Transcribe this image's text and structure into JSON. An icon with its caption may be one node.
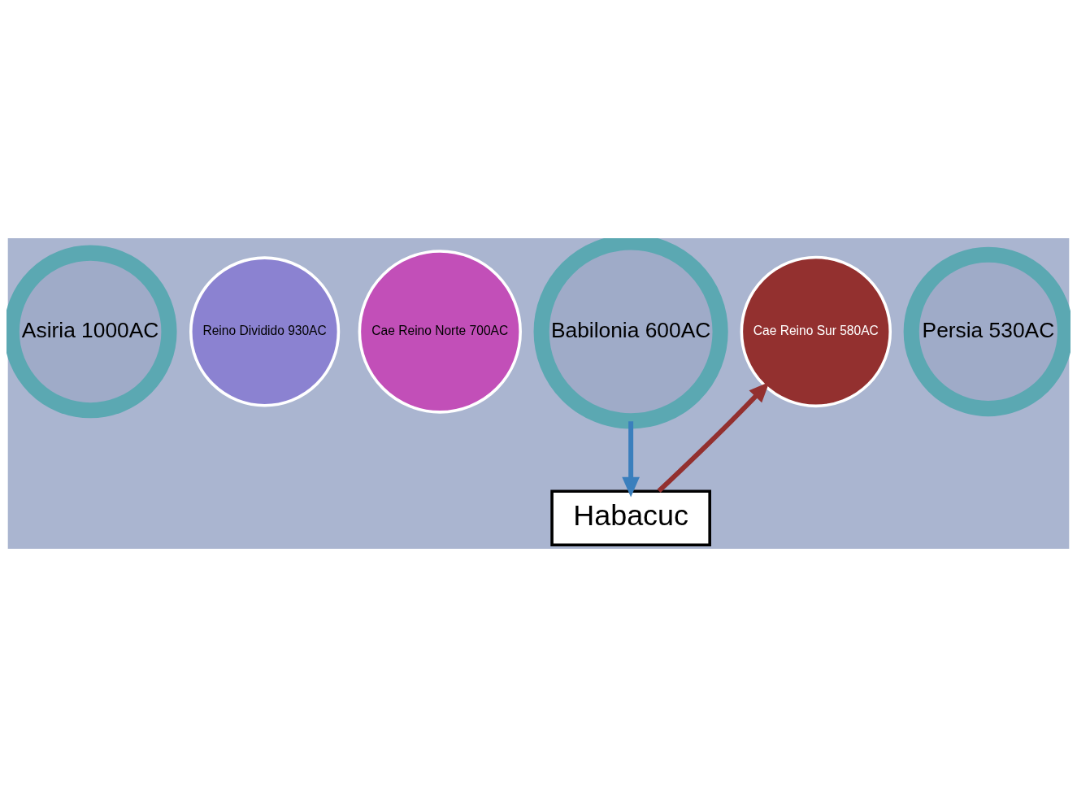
{
  "diagram": {
    "nodes": [
      {
        "text": [
          "Asiria 1000AC"
        ]
      },
      {
        "text": [
          "Reino Dividido 930AC"
        ]
      },
      {
        "text": [
          "Cae Reino Norte 700AC"
        ]
      },
      {
        "text": [
          "Babilonia 600AC"
        ]
      },
      {
        "text": [
          "Cae Reino Sur 580AC"
        ]
      },
      {
        "text": [
          "Persia 530AC"
        ]
      },
      {
        "text": [
          "Habacuc"
        ]
      }
    ],
    "edges": [
      {
        "from": 3,
        "to": 6,
        "arrow": "to",
        "color": "#3a7fbd"
      },
      {
        "from": 6,
        "to": 4,
        "arrow": "to",
        "color": "#93302f"
      }
    ]
  }
}
